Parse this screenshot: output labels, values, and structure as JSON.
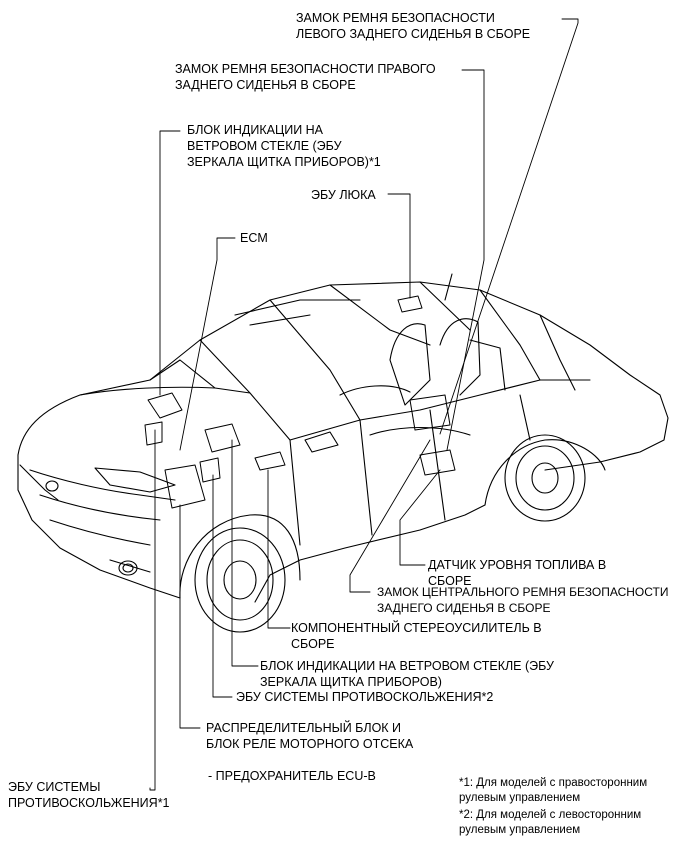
{
  "labels": {
    "rear_left_buckle": "ЗАМОК РЕМНЯ БЕЗОПАСНОСТИ\nЛЕВОГО ЗАДНЕГО СИДЕНЬЯ В СБОРЕ",
    "rear_right_buckle": "ЗАМОК РЕМНЯ БЕЗОПАСНОСТИ ПРАВОГО\nЗАДНЕГО СИДЕНЬЯ В СБОРЕ",
    "hud_1": "БЛОК ИНДИКАЦИИ НА\nВЕТРОВОМ СТЕКЛЕ (ЭБУ\nЗЕРКАЛА ЩИТКА ПРИБОРОВ)*1",
    "sunroof_ecu": "ЭБУ ЛЮКА",
    "ecm": "ECM",
    "fuel_sender": "ДАТЧИК УРОВНЯ ТОПЛИВА В\nСБОРЕ",
    "rear_center_buckle": "ЗАМОК ЦЕНТРАЛЬНОГО РЕМНЯ БЕЗОПАСНОСТИ\nЗАДНЕГО СИДЕНЬЯ В СБОРЕ",
    "stereo_amp": "КОМПОНЕНТНЫЙ СТЕРЕОУСИЛИТЕЛЬ В\nСБОРЕ",
    "hud_plain": "БЛОК ИНДИКАЦИИ НА ВЕТРОВОМ СТЕКЛЕ (ЭБУ\nЗЕРКАЛА ЩИТКА ПРИБОРОВ)",
    "precrash_2": "ЭБУ СИСТЕМЫ ПРОТИВОСКОЛЬЖЕНИЯ*2",
    "engine_room_block": "РАСПРЕДЕЛИТЕЛЬНЫЙ БЛОК И\nБЛОК РЕЛЕ МОТОРНОГО ОТСЕКА",
    "fuse": "- ПРЕДОХРАНИТЕЛЬ ECU-B",
    "precrash_1": "ЭБУ СИСТЕМЫ\nПРОТИВОСКОЛЬЖЕНИЯ*1"
  },
  "notes": {
    "note1": "*1: Для моделей с правосторонним\nрулевым управлением",
    "note2": "*2: Для моделей с левосторонним\nрулевым управлением"
  }
}
